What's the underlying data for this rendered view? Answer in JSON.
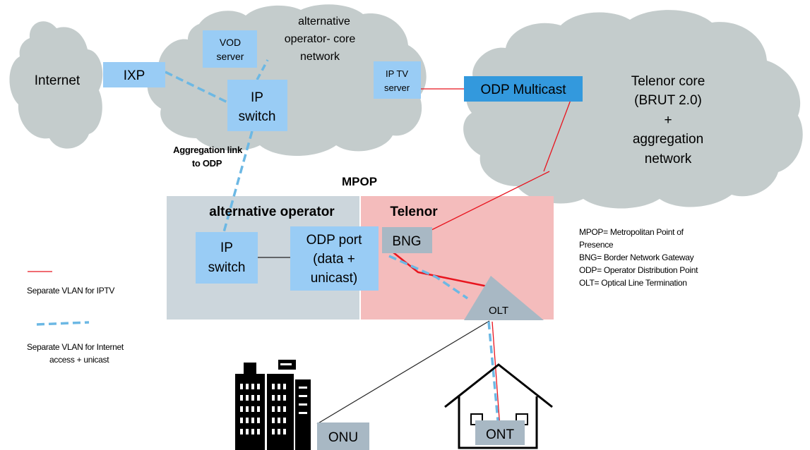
{
  "clouds": {
    "internet": "Internet",
    "alt_core": [
      "alternative",
      "operator- core",
      "network"
    ],
    "telenor_core": [
      "Telenor core",
      "(BRUT 2.0)",
      "+",
      "aggregation",
      "network"
    ]
  },
  "nodes": {
    "ixp": "IXP",
    "vod": [
      "VOD",
      "server"
    ],
    "ip_switch_core": [
      "IP",
      "switch"
    ],
    "iptv": [
      "IP TV",
      "server"
    ],
    "odp_multicast": "ODP Multicast",
    "ip_switch_mpop": [
      "IP",
      "switch"
    ],
    "odp_port": [
      "ODP port",
      "(data +",
      "unicast)"
    ],
    "bng": "BNG",
    "olt": "OLT",
    "onu": "ONU",
    "ont": "ONT"
  },
  "labels": {
    "aggregation_link": [
      "Aggregation link",
      "to ODP"
    ],
    "mpop": "MPOP",
    "alt_operator": "alternative operator",
    "telenor": "Telenor"
  },
  "legend": {
    "iptv": "Separate VLAN for IPTV",
    "internet": [
      "Separate VLAN for Internet",
      "access + unicast"
    ]
  },
  "definitions": [
    "MPOP= Metropolitan Point of",
    "Presence",
    "BNG= Border Network Gateway",
    "ODP= Operator Distribution Point",
    "OLT= Optical Line Termination"
  ],
  "colors": {
    "cloud": "#c4cccc",
    "node": "#99ccf5",
    "odp_multicast": "#3399dd",
    "alt_box": "#ccd6dc",
    "telenor_box": "#f4bcbc",
    "gray_node": "#a8b8c4",
    "iptv_line": "#e8141e",
    "internet_line": "#6cb8e4"
  }
}
